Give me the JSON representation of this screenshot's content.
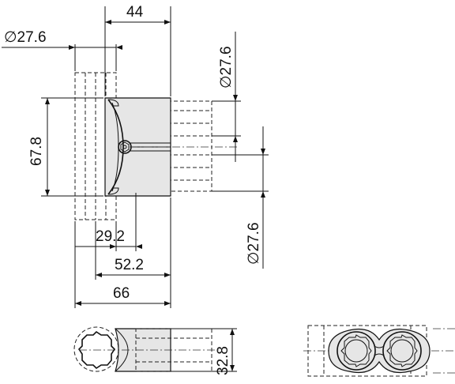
{
  "dimensions": {
    "top_width": "44",
    "left_diameter": "∅27.6",
    "right_diameter_upper": "∅27.6",
    "height": "67.8",
    "bottom_diameter": "∅27.6",
    "width_29": "29.2",
    "width_52": "52.2",
    "width_66": "66",
    "thickness": "32.8"
  }
}
